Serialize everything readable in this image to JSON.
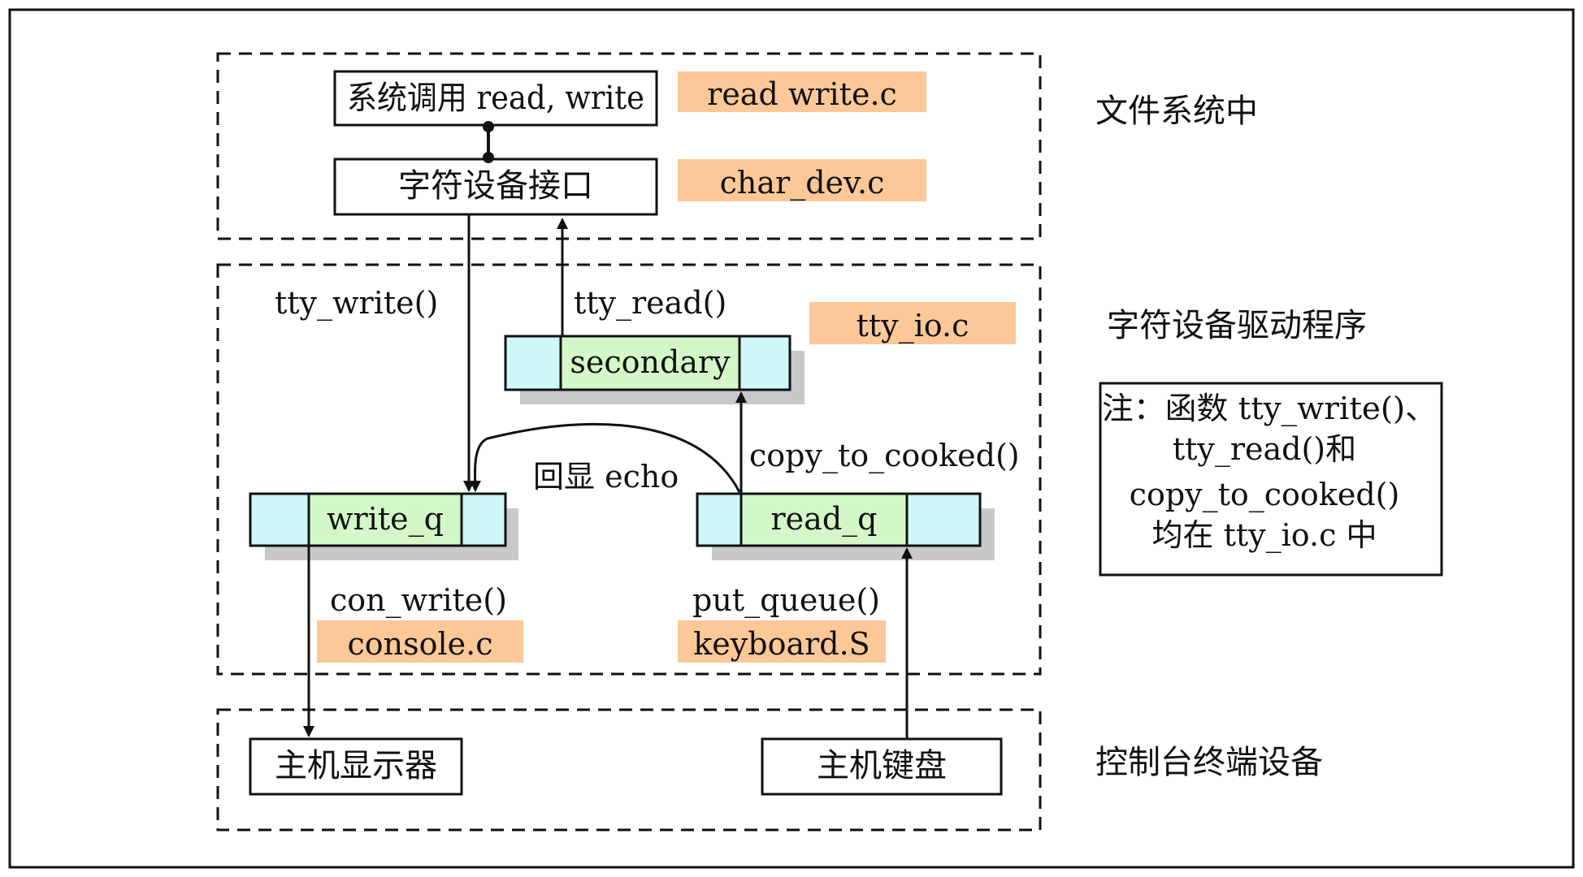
{
  "colors": {
    "file_tag": "#fcc898",
    "queue_side": "#cdf7f8",
    "queue_center": "#d4f7c8",
    "shadow": "#c8c8c8",
    "line": "#111111"
  },
  "layers": {
    "fs": "文件系统中",
    "driver": "字符设备驱动程序",
    "device": "控制台终端设备"
  },
  "boxes": {
    "syscall": "系统调用 read, write",
    "chardev": "字符设备接口",
    "display": "主机显示器",
    "keyboard": "主机键盘"
  },
  "files": {
    "read_write": "read write.c",
    "char_dev": "char_dev.c",
    "tty_io": "tty_io.c",
    "console": "console.c",
    "keyboard": "keyboard.S"
  },
  "queues": {
    "secondary": "secondary",
    "write_q": "write_q",
    "read_q": "read_q"
  },
  "functions": {
    "tty_write": "tty_write()",
    "tty_read": "tty_read()",
    "copy_to_cooked": "copy_to_cooked()",
    "con_write": "con_write()",
    "put_queue": "put_queue()",
    "echo": "回显 echo"
  },
  "note": {
    "line1": "注：函数 tty_write()、",
    "line2": "tty_read()和",
    "line3": "copy_to_cooked()",
    "line4": "均在 tty_io.c 中"
  }
}
